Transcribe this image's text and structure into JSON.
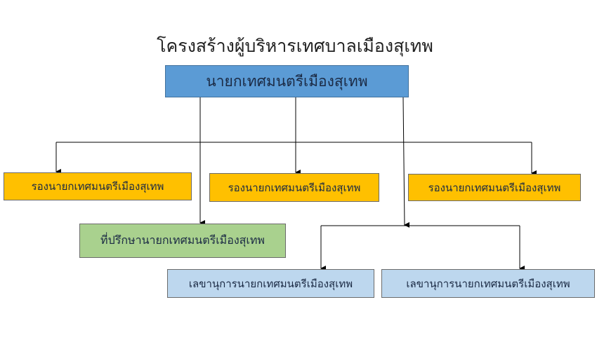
{
  "title": "โครงสร้างผู้บริหารเทศบาลเมืองสุเทพ",
  "mayor": "นายกเทศมนตรีเมืองสุเทพ",
  "deputies": [
    "รองนายกเทศมนตรีเมืองสุเทพ",
    "รองนายกเทศมนตรีเมืองสุเทพ",
    "รองนายกเทศมนตรีเมืองสุเทพ"
  ],
  "advisor": "ที่ปรึกษานายกเทศมนตรีเมืองสุเทพ",
  "secretaries": [
    "เลขานุการนายกเทศมนตรีเมืองสุเทพ",
    "เลขานุการนายกเทศมนตรีเมืองสุเทพ"
  ],
  "colors": {
    "mayor": "#5b9bd5",
    "deputy": "#ffc000",
    "advisor": "#a9d18e",
    "secretary": "#bdd7ee"
  }
}
